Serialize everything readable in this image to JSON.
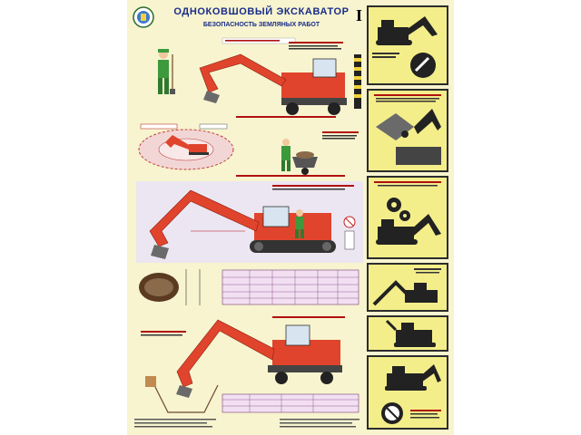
{
  "poster": {
    "title": "ОДНОКОВШОВЫЙ ЭКСКАВАТОР",
    "subtitle": "БЕЗОПАСНОСТЬ ЗЕМЛЯНЫХ РАБОТ",
    "sheet_number": "I"
  },
  "colors": {
    "poster_bg": "#f7f4cf",
    "sidebar_box_bg": "#f4ee8a",
    "excavator_body": "#e0442c",
    "title_blue": "#1a2c8a",
    "worker_green": "#3c9a3c"
  },
  "icons": [
    "logo-icon",
    "excavator-icon",
    "wrench-icon",
    "gears-icon",
    "sign-icon"
  ]
}
